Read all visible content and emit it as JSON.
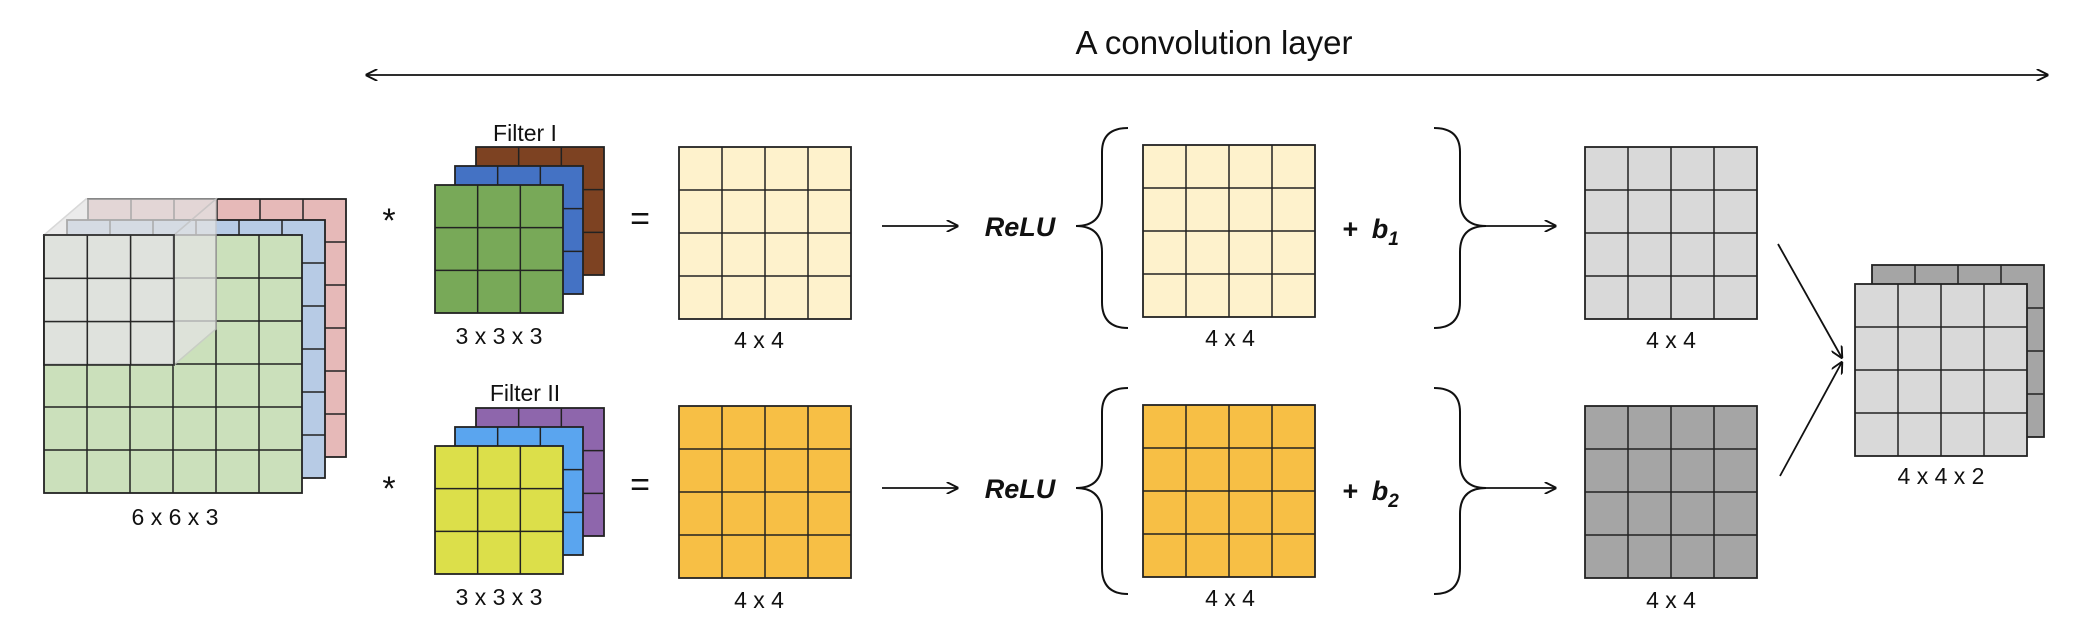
{
  "title": "A convolution layer",
  "input": {
    "label": "6 x 6 x 3",
    "colors": {
      "front": "#cbe0bb",
      "middle": "#b7cbe5",
      "back": "#e6b9b8",
      "window": "#e3e3e3"
    }
  },
  "operators": {
    "convolve": "*",
    "equals": "=",
    "plus": "+"
  },
  "rows": [
    {
      "filter_name": "Filter I",
      "filter_label": "3 x 3 x 3",
      "filter_colors": [
        "#7d4222",
        "#4472c4",
        "#78a958"
      ],
      "conv_label": "4 x 4",
      "conv_color": "#fef2cc",
      "activation": "ReLU",
      "bracket_label": "4 x 4",
      "bias": "b",
      "bias_sub": "1",
      "out_label": "4 x 4",
      "out_color": "#d9d9d9"
    },
    {
      "filter_name": "Filter II",
      "filter_label": "3 x 3 x 3",
      "filter_colors": [
        "#8e66ac",
        "#5aa5ef",
        "#dcdf4a"
      ],
      "conv_label": "4 x 4",
      "conv_color": "#f7bf45",
      "activation": "ReLU",
      "bracket_label": "4 x 4",
      "bias": "b",
      "bias_sub": "2",
      "out_label": "4 x 4",
      "out_color": "#a5a5a5"
    }
  ],
  "output": {
    "label": "4 x 4 x 2",
    "colors": {
      "back": "#a5a5a5",
      "front": "#d9d9d9"
    }
  }
}
